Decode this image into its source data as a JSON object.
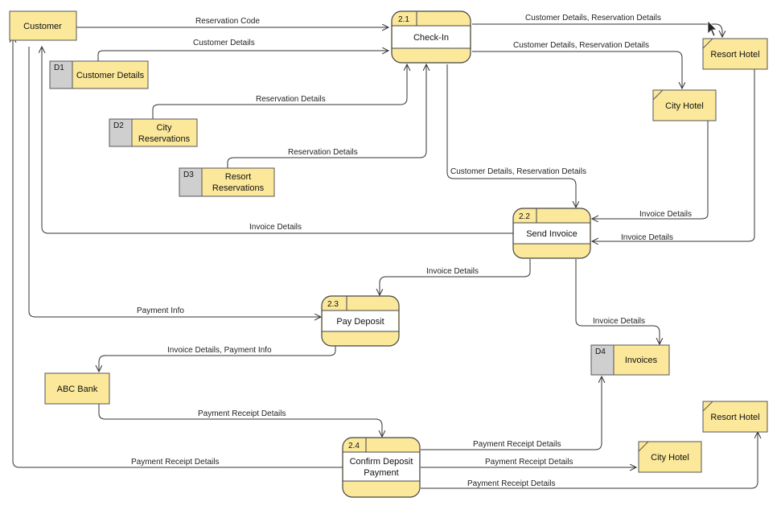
{
  "colors": {
    "entity_fill": "#fbe89a",
    "store_id_fill": "#cfcfcf",
    "process_body": "#ffffff",
    "line": "#333333"
  },
  "entities": {
    "customer": "Customer",
    "resort_hotel_top": "Resort Hotel",
    "city_hotel_top": "City Hotel",
    "abc_bank": "ABC Bank",
    "resort_hotel_bottom": "Resort Hotel",
    "city_hotel_bottom": "City Hotel"
  },
  "processes": {
    "p21": {
      "id": "2.1",
      "name": "Check-In"
    },
    "p22": {
      "id": "2.2",
      "name": "Send Invoice"
    },
    "p23": {
      "id": "2.3",
      "name": "Pay Deposit"
    },
    "p24": {
      "id": "2.4",
      "name_line1": "Confirm Deposit",
      "name_line2": "Payment"
    }
  },
  "stores": {
    "d1": {
      "id": "D1",
      "name": "Customer Details"
    },
    "d2": {
      "id": "D2",
      "name_line1": "City",
      "name_line2": "Reservations"
    },
    "d3": {
      "id": "D3",
      "name_line1": "Resort",
      "name_line2": "Reservations"
    },
    "d4": {
      "id": "D4",
      "name": "Invoices"
    }
  },
  "flows": {
    "reservation_code": "Reservation Code",
    "customer_details": "Customer Details",
    "cust_res_resort": "Customer Details, Reservation Details",
    "cust_res_city": "Customer Details, Reservation Details",
    "res_details_city": "Reservation Details",
    "res_details_resort": "Reservation Details",
    "cust_res_to_22": "Customer Details, Reservation Details",
    "invoice_city": "Invoice Details",
    "invoice_resort": "Invoice Details",
    "invoice_customer": "Invoice Details",
    "invoice_to_23": "Invoice Details",
    "invoice_to_d4": "Invoice Details",
    "payment_info": "Payment Info",
    "invoice_payment_bank": "Invoice Details, Payment Info",
    "payment_receipt_bank": "Payment Receipt Details",
    "payment_receipt_customer": "Payment Receipt Details",
    "payment_receipt_d4": "Payment Receipt Details",
    "payment_receipt_city": "Payment Receipt Details",
    "payment_receipt_resort": "Payment Receipt Details"
  }
}
